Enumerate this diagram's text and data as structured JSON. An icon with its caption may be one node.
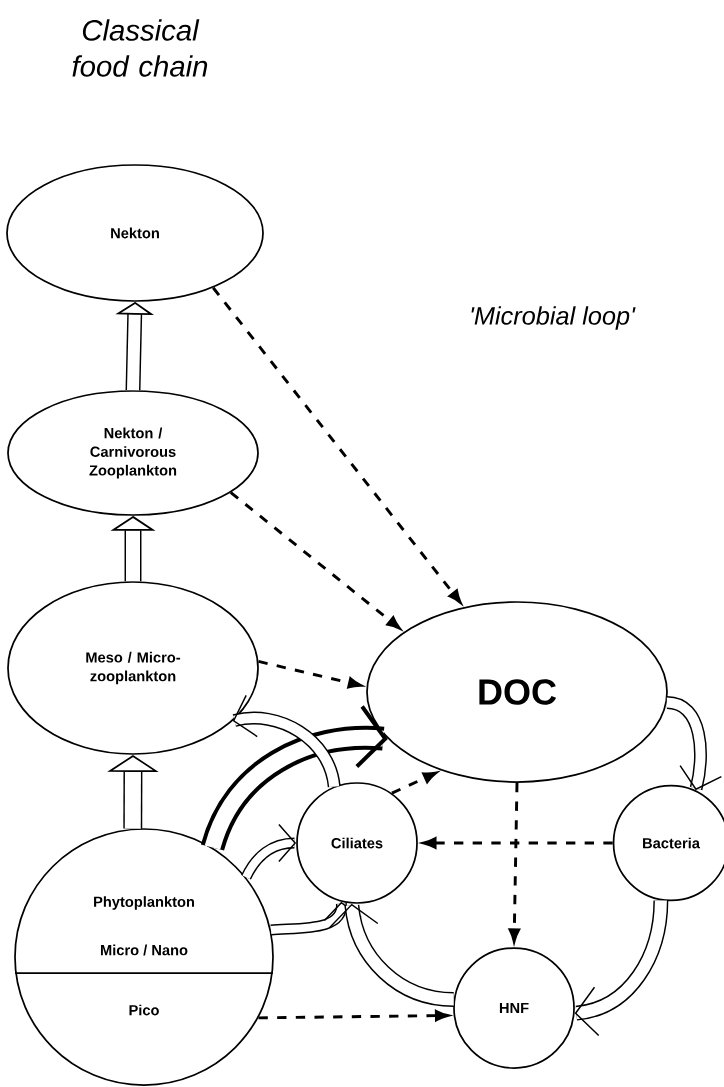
{
  "diagram": {
    "title": "Classical food chain",
    "nodes": [
      {
        "text": [
          "Nekton"
        ]
      },
      {
        "text": [
          "Nekton / Carnivorous Zooplankton"
        ]
      },
      {
        "text": [
          "Meso / Micro-zooplankton"
        ]
      },
      {
        "text": [
          "Phytoplankton",
          "Micro / Nano",
          "Pico"
        ]
      },
      {
        "text": [
          "DOC"
        ]
      },
      {
        "text": [
          "Ciliates"
        ]
      },
      {
        "text": [
          "Bacteria"
        ]
      },
      {
        "text": [
          "HNF"
        ]
      }
    ],
    "edges": [
      {
        "from": 3,
        "to": 2,
        "arrow": "to"
      },
      {
        "from": 2,
        "to": 1,
        "arrow": "to"
      },
      {
        "from": 1,
        "to": 0,
        "arrow": "to"
      },
      {
        "from": 0,
        "to": 4,
        "arrow": "to",
        "style": "dashed"
      },
      {
        "from": 1,
        "to": 4,
        "arrow": "to",
        "style": "dashed"
      },
      {
        "from": 2,
        "to": 4,
        "arrow": "to",
        "style": "dashed"
      },
      {
        "from": 3,
        "to": 4,
        "arrow": "to",
        "style": "thick"
      },
      {
        "from": 5,
        "to": 2,
        "arrow": "to"
      },
      {
        "from": 5,
        "to": 4,
        "arrow": "to",
        "style": "dashed"
      },
      {
        "from": 3,
        "to": 5,
        "arrow": "to"
      },
      {
        "from": 3,
        "to": 5,
        "arrow": "to"
      },
      {
        "from": 4,
        "to": 6,
        "arrow": "to"
      },
      {
        "from": 4,
        "to": 7,
        "arrow": "to",
        "style": "dashed"
      },
      {
        "from": 6,
        "to": 5,
        "arrow": "to",
        "style": "dashed"
      },
      {
        "from": 6,
        "to": 7,
        "arrow": "to"
      },
      {
        "from": 7,
        "to": 5,
        "arrow": "to"
      },
      {
        "from": 3,
        "to": 7,
        "arrow": "to",
        "style": "dashed"
      }
    ],
    "labels": [
      "'Microbial loop'"
    ]
  }
}
